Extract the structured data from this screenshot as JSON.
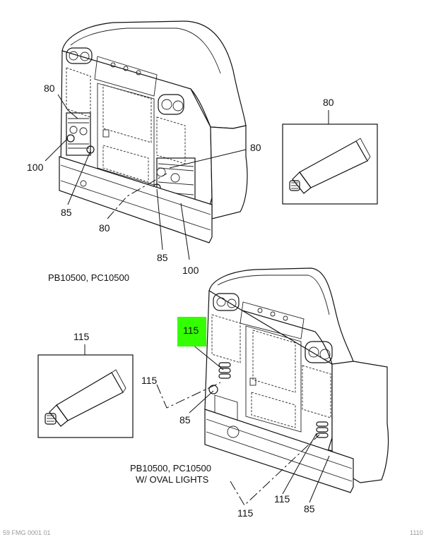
{
  "callouts": {
    "top_80_left": "80",
    "top_100_left": "100",
    "top_85_left": "85",
    "top_80_right": "80",
    "top_80_bottom": "80",
    "top_85_bottom": "85",
    "top_100_bottom": "100",
    "tube_box_top": "80",
    "highlight_115": "115",
    "tube_box_bottom": "115",
    "bot_115_left": "115",
    "bot_85_left": "85",
    "bot_115_bottom": "115",
    "bot_115_mid": "115",
    "bot_85_right": "85"
  },
  "captions": {
    "top_model": "PB10500, PC10500",
    "bottom_model_line1": "PB10500, PC10500",
    "bottom_model_line2": "W/ OVAL LIGHTS"
  },
  "footer": {
    "left": "59 FMG 0001 01",
    "right": "1110"
  },
  "colors": {
    "highlight": "#33ff00",
    "ink": "#111111",
    "background": "#ffffff"
  }
}
